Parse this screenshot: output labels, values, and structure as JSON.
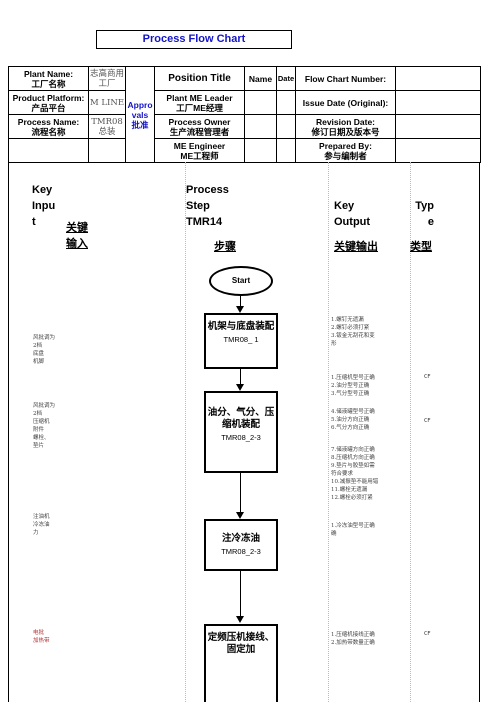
{
  "title": "Process  Flow Chart",
  "header": {
    "plant_name_en": "Plant Name:",
    "plant_name_cn": "工厂名称",
    "plant_name_value": "志高商用工厂",
    "product_platform_en": "Product Platform:",
    "product_platform_cn": "产品平台",
    "product_platform_value": "M LINE",
    "process_name_en": "Process Name:",
    "process_name_cn": "流程名称",
    "process_name_value": "TMR08总装",
    "approvals_en": "Appro vals",
    "approvals_cn": "批准",
    "position_title": "Position Title",
    "name": "Name",
    "date": "Date",
    "plant_me_leader_en": "Plant ME Leader",
    "plant_me_leader_cn": "工厂ME经理",
    "process_owner_en": "Process Owner",
    "process_owner_cn": "生产流程管理者",
    "me_engineer_en": "ME Engineer",
    "me_engineer_cn": "ME工程师",
    "flow_chart_number_en": "Flow Chart Number:",
    "issue_date_en": "Issue Date (Original):",
    "revision_date_en": "Revision Date:",
    "revision_date_cn": "修订日期及版本号",
    "prepared_by_en": "Prepared By:",
    "prepared_by_cn": "参与编制者"
  },
  "columns": {
    "key_input_en": "Key Inpu t",
    "key_input_cn": "关键输入",
    "process_step_en": "Process Step TMR14",
    "process_step_cn": "步骤",
    "key_output_en": "Key Output",
    "key_output_cn": "关键输出",
    "type_en": "Typ e",
    "type_cn": "类型"
  },
  "flow": {
    "start": "Start",
    "steps": [
      {
        "name": "机架与底盘装配",
        "code": "TMR08_ 1"
      },
      {
        "name": "油分、气分、压缩机装配",
        "code": "TMR08_2-3"
      },
      {
        "name": "注冷冻油",
        "code": "TMR08_2-3"
      },
      {
        "name": "定频压机接线、固定加",
        "code": ""
      }
    ]
  },
  "inputs": [
    [
      "风批调为",
      "2档",
      "底盘",
      "机脚"
    ],
    [
      "风批调为",
      "2档",
      "压缩机",
      "附件",
      "螺栓、",
      "垫片"
    ],
    [
      "注油机",
      "冷冻油",
      "力"
    ],
    [
      "电批",
      "加热带"
    ]
  ],
  "outputs": [
    [
      "1.螺钉无遗漏",
      "2.螺钉必须打紧",
      "3.钣金无刮花和变",
      "形"
    ],
    [
      "1.压缩机型号正确",
      "2.油分型号正确",
      "3.气分型号正确"
    ],
    [
      "4.储液罐型号正确",
      "5.油分方向正确",
      "6.气分方向正确"
    ],
    [
      "7.储液罐方向正确",
      "8.压缩机方向正确",
      "9.垫片与胶垫如需",
      "符合要求",
      "10.减振垫不能用错",
      "11.螺栓无遗漏",
      "12.螺栓必须打紧"
    ],
    [
      "1.冷冻油型号正确",
      "确"
    ],
    [
      "1.压缩机接线正确",
      "2.加热带数量正确"
    ]
  ],
  "types": [
    "CF",
    "CF",
    "CF"
  ]
}
